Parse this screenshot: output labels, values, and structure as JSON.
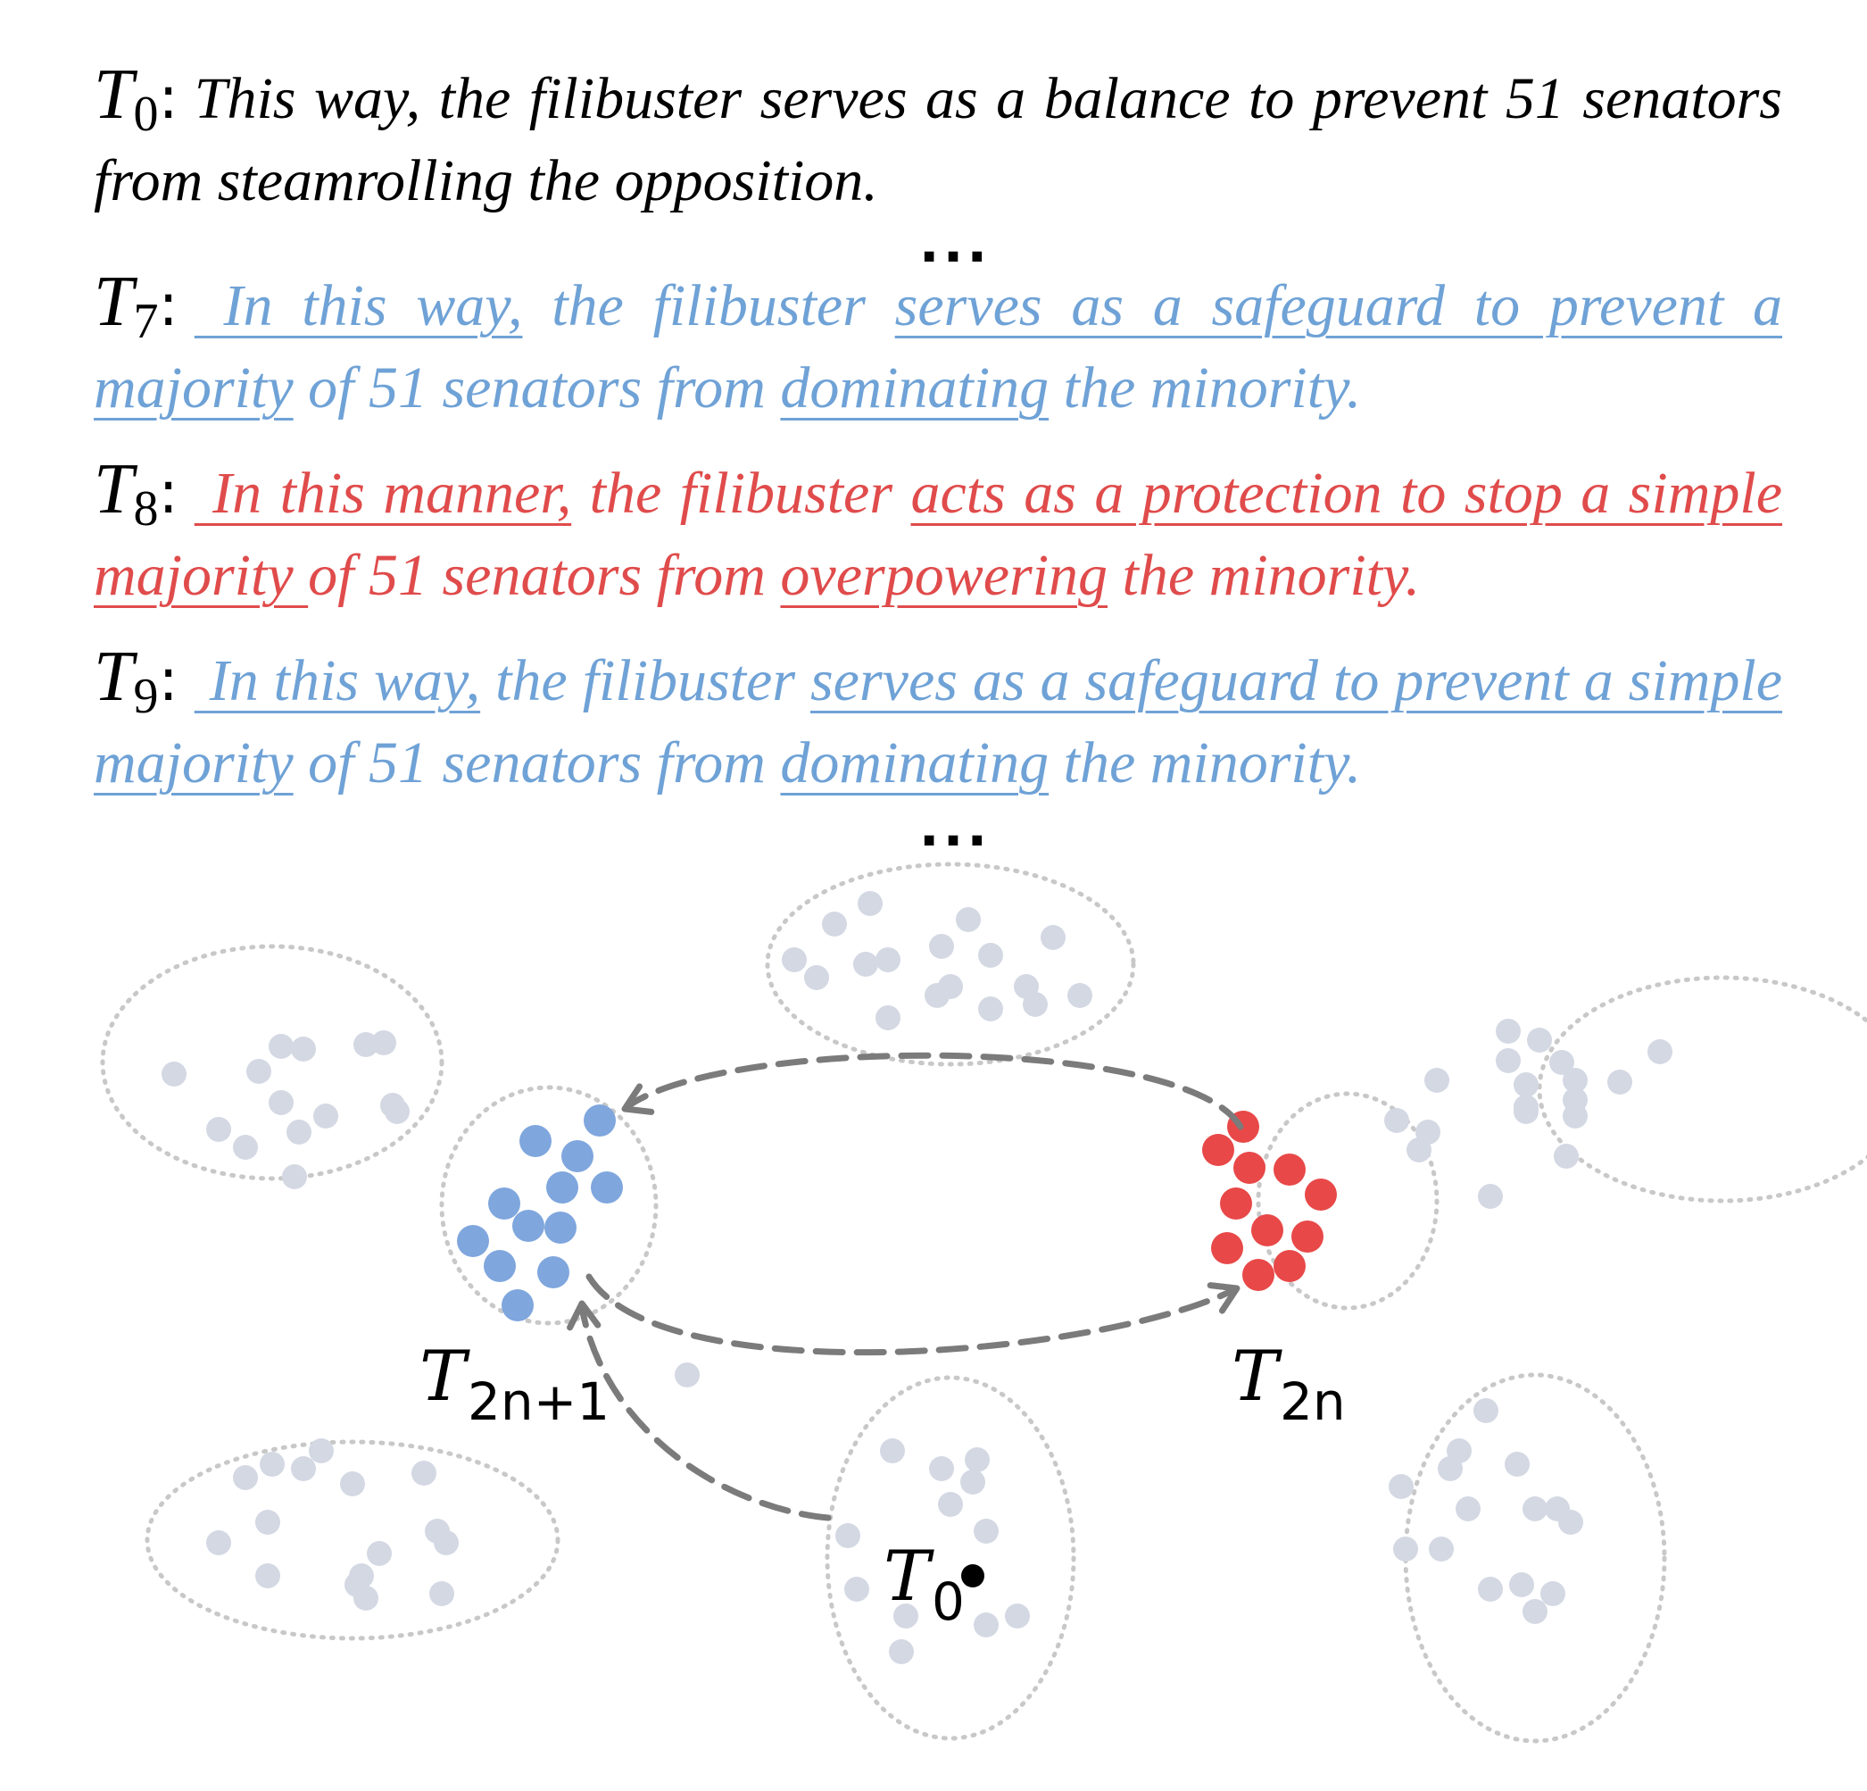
{
  "ellipsis": "...",
  "passages": [
    {
      "label": "T",
      "subscript": "0",
      "colon": ":",
      "color": "#000000",
      "segments": [
        {
          "text": "This way, the filibuster serves as a balance to prevent 51 senators from steamrolling the opposition.",
          "underline": false
        }
      ]
    },
    {
      "label": "T",
      "subscript": "7",
      "colon": ":",
      "color": "#6fa2d6",
      "segments": [
        {
          "text": " In this way,",
          "underline": true
        },
        {
          "text": " the filibuster ",
          "underline": false
        },
        {
          "text": "serves as a safeguard to prevent a majority",
          "underline": true
        },
        {
          "text": " of 51 senators from ",
          "underline": false
        },
        {
          "text": "dominating",
          "underline": true
        },
        {
          "text": " the minority.",
          "underline": false
        }
      ]
    },
    {
      "label": "T",
      "subscript": "8",
      "colon": ":",
      "color": "#e04b4b",
      "segments": [
        {
          "text": " In this manner,",
          "underline": true
        },
        {
          "text": " the filibuster ",
          "underline": false
        },
        {
          "text": "acts as a protection to stop a simple majority ",
          "underline": true
        },
        {
          "text": "of 51 senators from ",
          "underline": false
        },
        {
          "text": "overpowering",
          "underline": true
        },
        {
          "text": " the minority.",
          "underline": false
        }
      ]
    },
    {
      "label": "T",
      "subscript": "9",
      "colon": ":",
      "color": "#6fa2d6",
      "segments": [
        {
          "text": " In this way,",
          "underline": true
        },
        {
          "text": " the filibuster ",
          "underline": false
        },
        {
          "text": "serves as a safeguard to prevent a simple majority",
          "underline": true
        },
        {
          "text": " of 51 senators from ",
          "underline": false
        },
        {
          "text": "dominating",
          "underline": true
        },
        {
          "text": " the minority.",
          "underline": false
        }
      ]
    }
  ],
  "diagram": {
    "labels": {
      "odd": {
        "base": "T",
        "sub": "2n+1"
      },
      "even": {
        "base": "T",
        "sub": "2n"
      },
      "start": {
        "base": "T",
        "sub": "0"
      }
    },
    "colors": {
      "cluster_outline": "#c8c8c8",
      "gray_point": "#d3d8e3",
      "blue_point": "#7fa6dd",
      "red_point": "#e84848",
      "arrow": "#7b7b7b",
      "start_point": "#000000"
    }
  }
}
